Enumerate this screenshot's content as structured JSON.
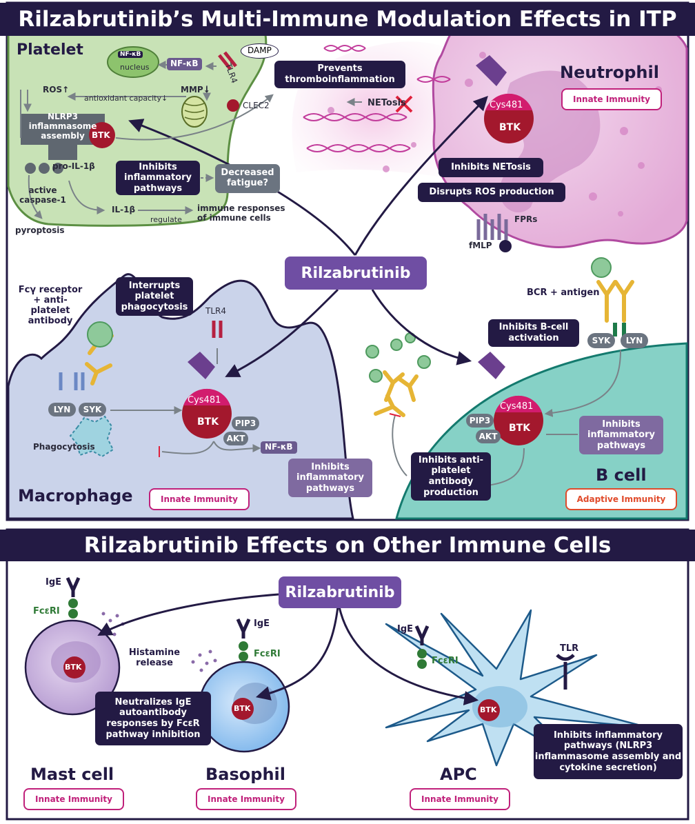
{
  "top_title": "Rilzabrutinib’s Multi-Immune Modulation Effects in ITP",
  "bottom_title": "Rilzabrutinib Effects on Other Immune Cells",
  "center_drug": "Rilzabrutinib",
  "bottom_drug": "Rilzabrutinib",
  "platelet": {
    "title": "Platelet",
    "nfkb_nucleus": "NF-κB",
    "nucleus": "nucleus",
    "nfkb": "NF-κB",
    "damp": "DAMP",
    "tlr4": "TLR4",
    "clec2": "CLEC2",
    "ros": "ROS↑",
    "mmp": "MMP↓",
    "antioxidant": "antioxidant capacity↓",
    "nlrp3": "NLRP3 inflammasome assembly",
    "btk": "BTK",
    "pro_il": "pro-IL-1β",
    "active_caspase": "active caspase-1",
    "pyroptosis": "pyroptosis",
    "il1b": "IL-1β",
    "regulate": "regulate",
    "immune_responses": "immune responses of immune cells",
    "inhibits_box": "Inhibits inflammatory pathways",
    "decreased_fatigue": "Decreased fatigue?",
    "prevents_box": "Prevents thromboinflammation"
  },
  "neutrophil": {
    "title": "Neutrophil",
    "innate": "Innate Immunity",
    "netosis": "NETosis",
    "cys": "Cys481",
    "btk": "BTK",
    "inhibits_netosis": "Inhibits NETosis",
    "disrupts_ros": "Disrupts ROS production",
    "fprs": "FPRs",
    "fmlp": "fMLP"
  },
  "macrophage": {
    "title": "Macrophage",
    "innate": "Innate Immunity",
    "fcy": "Fcγ receptor + anti-platelet antibody",
    "interrupts": "Interrupts platelet phagocytosis",
    "tlr4": "TLR4",
    "lyn": "LYN",
    "syk": "SYK",
    "cys": "Cys481",
    "btk": "BTK",
    "pip3": "PIP3",
    "akt": "AKT",
    "nfkb": "NF-κB",
    "phagocytosis": "Phagocytosis",
    "inhibits_box": "Inhibits inflammatory pathways"
  },
  "bcell": {
    "title": "B cell",
    "adaptive": "Adaptive Immunity",
    "bcr": "BCR + antigen",
    "inhibits_activation": "Inhibits B-cell activation",
    "syk": "SYK",
    "lyn": "LYN",
    "cys": "Cys481",
    "btk": "BTK",
    "pip3": "PIP3",
    "akt": "AKT",
    "inhibits_box": "Inhibits inflammatory pathways",
    "anti_platelet": "Inhibits anti-platelet antibody production"
  },
  "mast": {
    "title": "Mast cell",
    "innate": "Innate Immunity",
    "ige": "IgE",
    "fceri": "FcεRI",
    "btk": "BTK",
    "histamine": "Histamine release"
  },
  "basophil": {
    "title": "Basophil",
    "innate": "Innate Immunity",
    "ige": "IgE",
    "fceri": "FcεRI",
    "btk": "BTK",
    "neutralizes": "Neutralizes IgE autoantibody responses by FcεR pathway inhibition"
  },
  "apc": {
    "title": "APC",
    "innate": "Innate Immunity",
    "ige": "IgE",
    "fceri": "FcεRI",
    "tlr": "TLR",
    "btk": "BTK",
    "inhibits": "Inhibits inflammatory pathways (NLRP3 inflammasome assembly and cytokine secretion)"
  },
  "colors": {
    "navy": "#231a44",
    "purple_box": "#7f6aa0",
    "drug": "#6f4ea3",
    "btk_red": "#a3182d",
    "cys_pink": "#d21c6e",
    "platelet_green": "#c8e2b6",
    "neutrophil_pink": "#eac3e2",
    "macrophage_blue": "#cad3ea",
    "bcell_teal": "#86d1c6",
    "innate_magenta": "#c0207a",
    "adaptive_orange": "#e04a2a"
  }
}
